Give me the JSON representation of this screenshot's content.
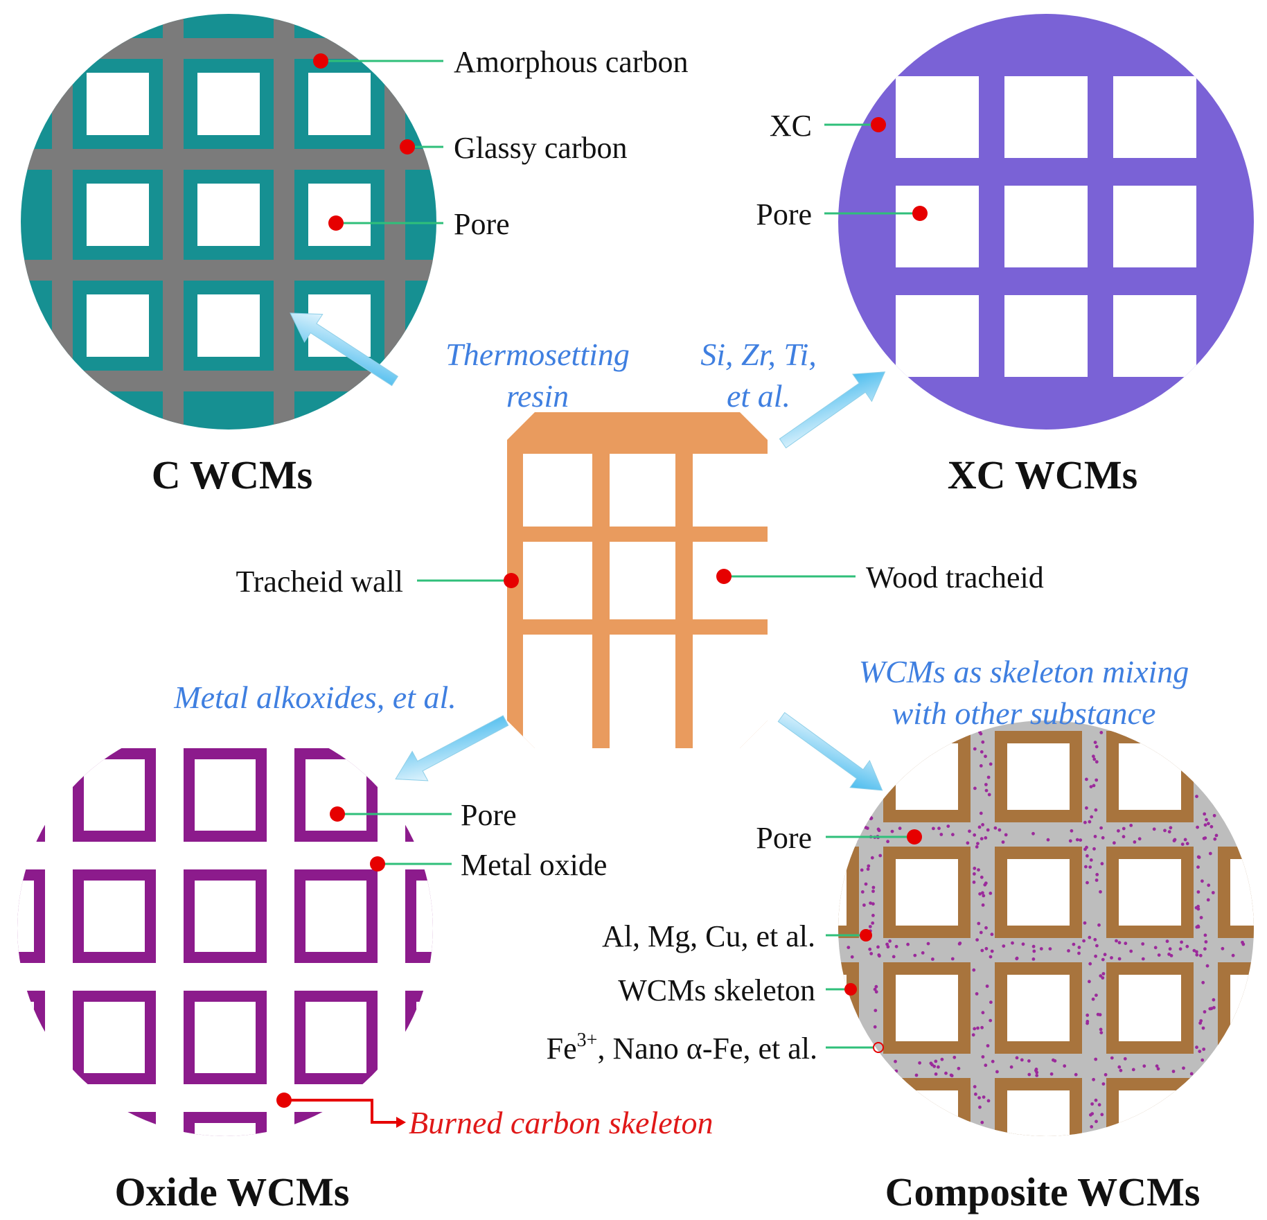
{
  "colors": {
    "c_wall": "#169092",
    "c_core": "#7b7b7b",
    "xc_wall": "#7a62d6",
    "wood_wall": "#e99b5e",
    "oxide_wall": "#8c1b8c",
    "comp_wall": "#a8743d",
    "comp_fill": "#bdbdbd",
    "comp_dots": "#9b2a9b",
    "marker": "#e60000",
    "leader": "#2fbf7a",
    "process_text": "#3f7fe0",
    "arrow": "#39b5ec",
    "burned_text": "#e01818"
  },
  "center": {
    "name": "wood-tracheid-panel",
    "labels": {
      "tracheid_wall": "Tracheid wall",
      "wood_tracheid": "Wood tracheid"
    }
  },
  "panels": {
    "c_wcms": {
      "title": "C WCMs",
      "labels": {
        "amorphous_carbon": "Amorphous carbon",
        "glassy_carbon": "Glassy carbon",
        "pore": "Pore"
      }
    },
    "xc_wcms": {
      "title": "XC WCMs",
      "labels": {
        "xc": "XC",
        "pore": "Pore"
      }
    },
    "oxide_wcms": {
      "title": "Oxide WCMs",
      "labels": {
        "pore": "Pore",
        "metal_oxide": "Metal oxide",
        "burned_carbon_skeleton": "Burned carbon skeleton"
      }
    },
    "composite_wcms": {
      "title": "Composite WCMs",
      "labels": {
        "pore": "Pore",
        "al_mg_cu": "Al, Mg, Cu, et al.",
        "wcms_skeleton": "WCMs skeleton",
        "fe_prefix": "Fe",
        "fe_superscript": "3+",
        "fe_suffix": ", Nano α-Fe, et al."
      }
    }
  },
  "processes": {
    "to_c": {
      "line1": "Thermosetting",
      "line2": "resin"
    },
    "to_xc": {
      "line1": "Si, Zr, Ti,",
      "line2": "et al."
    },
    "to_oxide": {
      "line1": "Metal alkoxides, et al."
    },
    "to_composite": {
      "line1": "WCMs as skeleton mixing",
      "line2": "with other substance"
    }
  }
}
